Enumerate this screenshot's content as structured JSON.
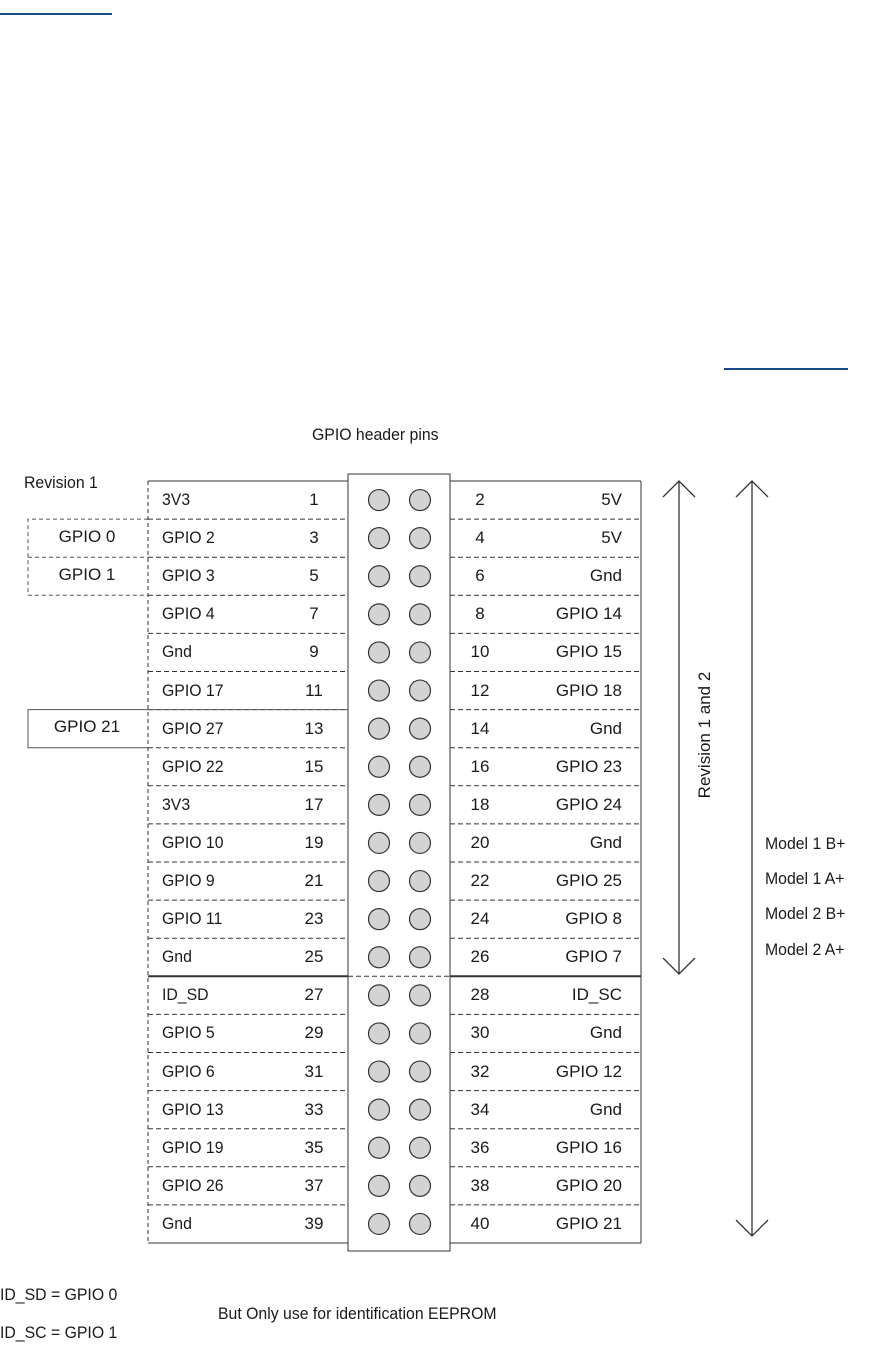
{
  "title": "GPIO header pins",
  "revision_1_label": "Revision 1",
  "revision_1_pins": [
    "GPIO 0",
    "GPIO 1",
    "GPIO 21"
  ],
  "revision_1_and_2_label": "Revision 1 and 2",
  "models": [
    "Model 1 B+",
    "Model 1 A+",
    "Model 2 B+",
    "Model 2 A+"
  ],
  "rows": [
    {
      "left_name": "3V3",
      "left_pin": "1",
      "right_pin": "2",
      "right_name": "5V"
    },
    {
      "left_name": "GPIO 2",
      "left_pin": "3",
      "right_pin": "4",
      "right_name": "5V"
    },
    {
      "left_name": "GPIO 3",
      "left_pin": "5",
      "right_pin": "6",
      "right_name": "Gnd"
    },
    {
      "left_name": "GPIO 4",
      "left_pin": "7",
      "right_pin": "8",
      "right_name": "GPIO 14"
    },
    {
      "left_name": "Gnd",
      "left_pin": "9",
      "right_pin": "10",
      "right_name": "GPIO 15"
    },
    {
      "left_name": "GPIO 17",
      "left_pin": "11",
      "right_pin": "12",
      "right_name": "GPIO 18"
    },
    {
      "left_name": "GPIO 27",
      "left_pin": "13",
      "right_pin": "14",
      "right_name": "Gnd"
    },
    {
      "left_name": "GPIO 22",
      "left_pin": "15",
      "right_pin": "16",
      "right_name": "GPIO 23"
    },
    {
      "left_name": "3V3",
      "left_pin": "17",
      "right_pin": "18",
      "right_name": "GPIO 24"
    },
    {
      "left_name": "GPIO 10",
      "left_pin": "19",
      "right_pin": "20",
      "right_name": "Gnd"
    },
    {
      "left_name": "GPIO 9",
      "left_pin": "21",
      "right_pin": "22",
      "right_name": "GPIO 25"
    },
    {
      "left_name": "GPIO 11",
      "left_pin": "23",
      "right_pin": "24",
      "right_name": "GPIO 8"
    },
    {
      "left_name": "Gnd",
      "left_pin": "25",
      "right_pin": "26",
      "right_name": "GPIO 7"
    },
    {
      "left_name": "ID_SD",
      "left_pin": "27",
      "right_pin": "28",
      "right_name": "ID_SC"
    },
    {
      "left_name": "GPIO 5",
      "left_pin": "29",
      "right_pin": "30",
      "right_name": "Gnd"
    },
    {
      "left_name": "GPIO 6",
      "left_pin": "31",
      "right_pin": "32",
      "right_name": "GPIO 12"
    },
    {
      "left_name": "GPIO 13",
      "left_pin": "33",
      "right_pin": "34",
      "right_name": "Gnd"
    },
    {
      "left_name": "GPIO 19",
      "left_pin": "35",
      "right_pin": "36",
      "right_name": "GPIO 16"
    },
    {
      "left_name": "GPIO 26",
      "left_pin": "37",
      "right_pin": "38",
      "right_name": "GPIO 20"
    },
    {
      "left_name": "Gnd",
      "left_pin": "39",
      "right_pin": "40",
      "right_name": "GPIO 21"
    }
  ],
  "footnotes": {
    "id_sd": "ID_SD = GPIO 0",
    "id_sc": "ID_SC = GPIO 1",
    "note": "But Only use for identification EEPROM"
  },
  "colors": {
    "pin_fill": "#d3d3d3",
    "line": "#333333",
    "link_underline": "#1a4a86"
  }
}
